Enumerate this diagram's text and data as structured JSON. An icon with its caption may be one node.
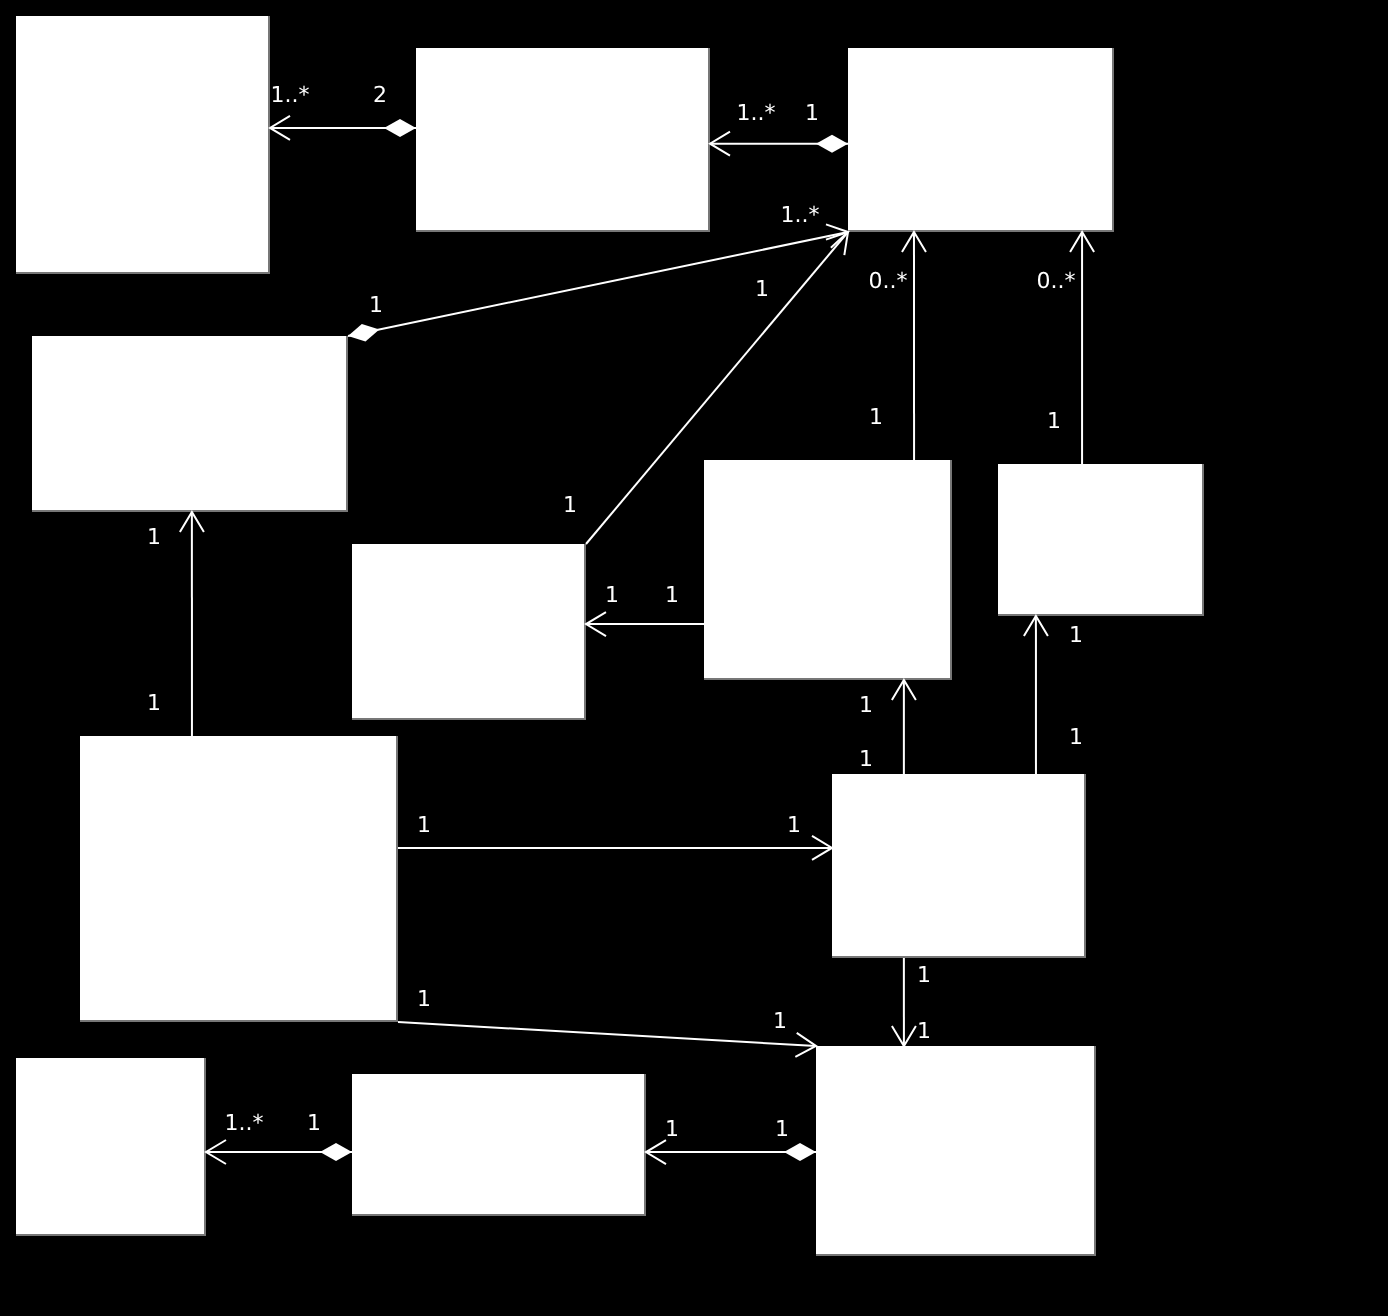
{
  "diagram": {
    "nodes": [
      {
        "text": [],
        "shape": "box"
      },
      {
        "text": [],
        "shape": "box"
      },
      {
        "text": [],
        "shape": "box"
      },
      {
        "text": [],
        "shape": "box"
      },
      {
        "text": [],
        "shape": "box"
      },
      {
        "text": [],
        "shape": "box"
      },
      {
        "text": [],
        "shape": "box"
      },
      {
        "text": [],
        "shape": "box"
      },
      {
        "text": [],
        "shape": "box"
      },
      {
        "text": [],
        "shape": "box"
      },
      {
        "text": [],
        "shape": "box"
      },
      {
        "text": [],
        "shape": "box"
      }
    ],
    "edges": [
      {
        "from": 1,
        "to": 0,
        "arrow": "to"
      },
      {
        "from": 2,
        "to": 1,
        "arrow": "to"
      },
      {
        "from": 3,
        "to": 2,
        "arrow": "to"
      },
      {
        "from": 6,
        "to": 2,
        "arrow": "to"
      },
      {
        "from": 4,
        "to": 2,
        "arrow": "to"
      },
      {
        "from": 5,
        "to": 2,
        "arrow": "to"
      },
      {
        "from": 7,
        "to": 3,
        "arrow": "to"
      },
      {
        "from": 4,
        "to": 6,
        "arrow": "to"
      },
      {
        "from": 8,
        "to": 4,
        "arrow": "to"
      },
      {
        "from": 8,
        "to": 5,
        "arrow": "to"
      },
      {
        "from": 7,
        "to": 8,
        "arrow": "to"
      },
      {
        "from": 7,
        "to": 11,
        "arrow": "to"
      },
      {
        "from": 8,
        "to": 11,
        "arrow": "to"
      },
      {
        "from": 11,
        "to": 10,
        "arrow": "to"
      },
      {
        "from": 10,
        "to": 9,
        "arrow": "to"
      }
    ],
    "labels": [
      "1..*",
      "2",
      "1..*",
      "1",
      "1..*",
      "0..*",
      "0..*",
      "1",
      "1",
      "1",
      "1",
      "1",
      "1",
      "1",
      "1",
      "1",
      "1",
      "1",
      "1",
      "1",
      "1",
      "1",
      "1",
      "1",
      "1",
      "1",
      "1..*",
      "1",
      "1",
      "1"
    ]
  }
}
